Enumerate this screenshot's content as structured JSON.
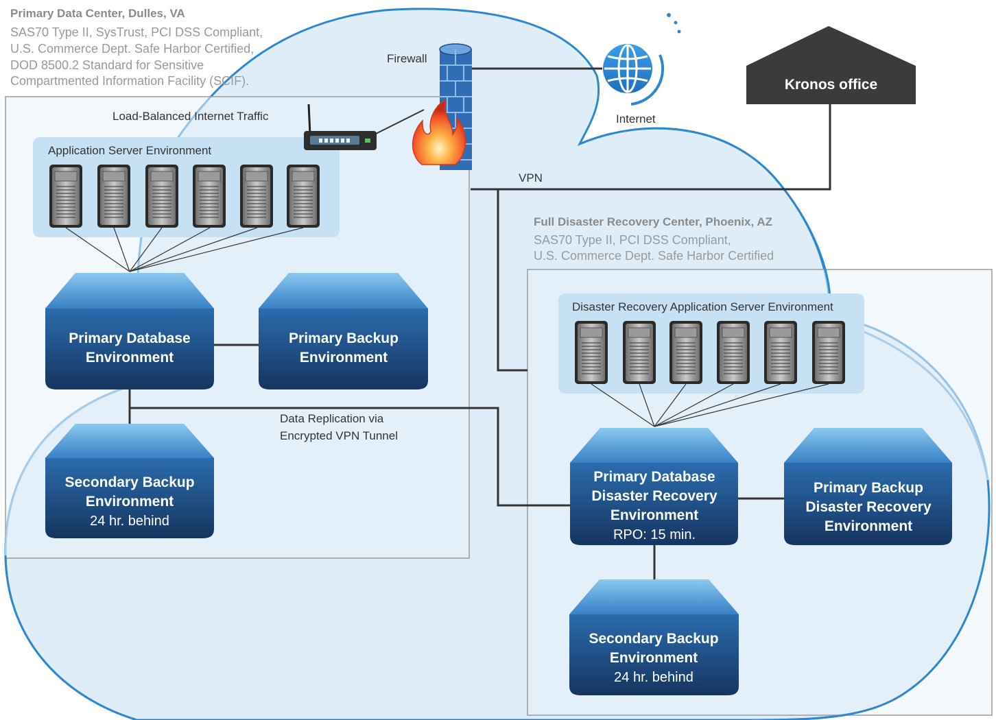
{
  "primary_dc": {
    "title": "Primary Data Center, Dulles, VA",
    "lines": [
      "SAS70 Type II, SysTrust, PCI DSS Compliant,",
      "U.S. Commerce Dept. Safe Harbor Certified,",
      "DOD 8500.2 Standard for Sensitive",
      "Compartmented Information Facility (SCIF)."
    ],
    "lb_label": "Load-Balanced Internet Traffic",
    "app_env_label": "Application Server Environment",
    "primary_db": "Primary Database Environment",
    "primary_backup": "Primary Backup Environment",
    "secondary_backup": "Secondary Backup Environment",
    "secondary_backup_sub": "24 hr. behind"
  },
  "network": {
    "firewall_label": "Firewall",
    "internet_label": "Internet",
    "kronos_office": "Kronos office",
    "vpn_label": "VPN",
    "replication_label_1": "Data Replication via",
    "replication_label_2": "Encrypted VPN Tunnel"
  },
  "dr_center": {
    "title": "Full Disaster Recovery Center, Phoenix, AZ",
    "lines": [
      "SAS70 Type II, PCI DSS Compliant,",
      "U.S. Commerce Dept. Safe Harbor Certified"
    ],
    "app_env_label": "Disaster Recovery Application Server Environment",
    "primary_db_l1": "Primary Database",
    "primary_db_l2": "Disaster Recovery",
    "primary_db_l3": "Environment",
    "primary_db_sub": "RPO: 15 min.",
    "backup_l1": "Primary Backup",
    "backup_l2": "Disaster Recovery",
    "backup_l3": "Environment",
    "secondary_backup": "Secondary Backup Environment",
    "secondary_backup_sub": "24 hr. behind"
  },
  "colors": {
    "cloud": "#deedf8",
    "cloud_stroke": "#2f88cf",
    "panel": "#c7e1f4",
    "db_top": "#5ea8df",
    "db_bottom": "#173866",
    "kronos": "#3b3b3d",
    "firewall": "#2f6db5"
  }
}
